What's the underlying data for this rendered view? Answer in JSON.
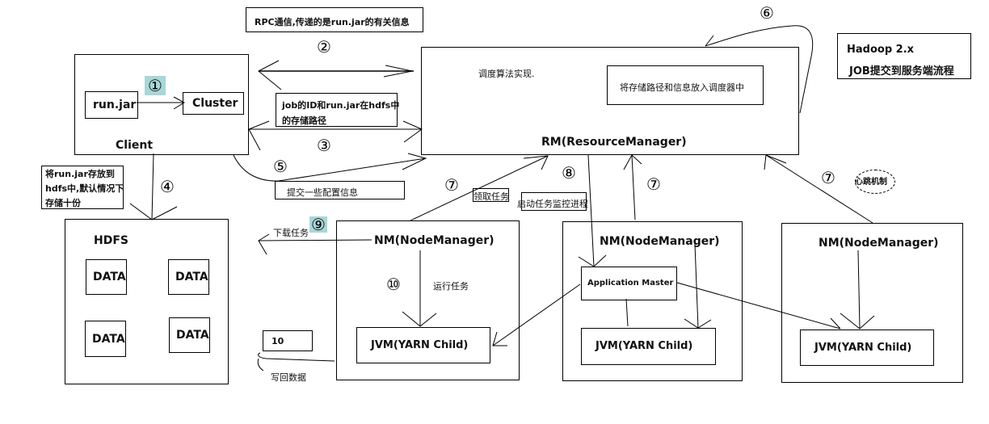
{
  "title_box": {
    "line1": "Hadoop 2.x",
    "line2": "JOB提交到服务端流程"
  },
  "client": {
    "label": "Client",
    "run_jar": "run.jar",
    "cluster": "Cluster"
  },
  "resource_manager": {
    "label": "RM(ResourceManager)",
    "scheduler_note": "调度算法实现.",
    "inner_box": "将存储路径和信息放入调度器中"
  },
  "notes": {
    "rpc": "RPC通信,传递的是run.jar的有关信息",
    "job_id_line1": "job的ID和run.jar在hdfs中",
    "job_id_line2": "的存储路径",
    "store_line1": "将run.jar存放到",
    "store_line2": "hdfs中,默认情况下",
    "store_line3": "存储十份",
    "submit_config": "提交一些配置信息",
    "fetch_task": "领取任务",
    "start_monitor": "启动任务监控进程",
    "heartbeat": "心跳机制",
    "download_task": "下载任务",
    "run_task": "运行任务",
    "write_back": "写回数据",
    "ten_box": "10"
  },
  "hdfs": {
    "label": "HDFS",
    "data_blocks": [
      "DATA",
      "DATA",
      "DATA",
      "DATA"
    ]
  },
  "node_managers": [
    {
      "label": "NM(NodeManager)",
      "jvm": "JVM(YARN Child)"
    },
    {
      "label": "NM(NodeManager)",
      "app_master": "Application Master",
      "jvm": "JVM(YARN Child)"
    },
    {
      "label": "NM(NodeManager)",
      "jvm": "JVM(YARN Child)"
    }
  ],
  "steps": {
    "s1": "①",
    "s2": "②",
    "s3": "③",
    "s4": "④",
    "s5": "⑤",
    "s6": "⑥",
    "s7a": "⑦",
    "s7b": "⑦",
    "s7c": "⑦",
    "s8": "⑧",
    "s9": "⑨",
    "s10": "⑩"
  },
  "colors": {
    "highlight": "#a9d6d6"
  }
}
